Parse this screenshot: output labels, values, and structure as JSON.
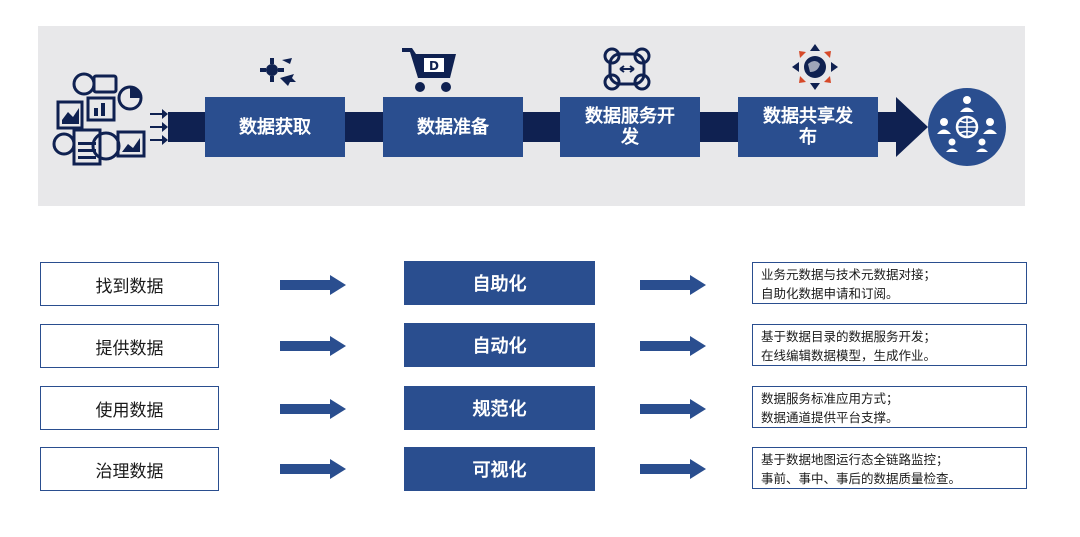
{
  "colors": {
    "dark_navy": "#0f2151",
    "mid_blue": "#2a4e8f",
    "band_gray": "#e8e8ea",
    "accent_red": "#d64a2a"
  },
  "pipeline": {
    "sources_icon": "data-sources-icon",
    "stages": [
      {
        "label_lines": [
          "数据获取"
        ],
        "icon": "data-acquire-icon"
      },
      {
        "label_lines": [
          "数据准备"
        ],
        "icon": "shopping-cart-icon"
      },
      {
        "label_lines": [
          "数据服务开",
          "发"
        ],
        "icon": "service-network-icon"
      },
      {
        "label_lines": [
          "数据共享发",
          "布"
        ],
        "icon": "globe-distribute-icon"
      }
    ],
    "end_icon": "users-globe-icon"
  },
  "rows": [
    {
      "left": "找到数据",
      "middle": "自助化",
      "right_lines": [
        "业务元数据与技术元数据对接；",
        "自助化数据申请和订阅。"
      ]
    },
    {
      "left": "提供数据",
      "middle": "自动化",
      "right_lines": [
        "基于数据目录的数据服务开发；",
        "在线编辑数据模型，生成作业。"
      ]
    },
    {
      "left": "使用数据",
      "middle": "规范化",
      "right_lines": [
        "数据服务标准应用方式；",
        "数据通道提供平台支撑。"
      ]
    },
    {
      "left": "治理数据",
      "middle": "可视化",
      "right_lines": [
        "基于数据地图运行态全链路监控；",
        "事前、事中、事后的数据质量检查。"
      ]
    }
  ]
}
